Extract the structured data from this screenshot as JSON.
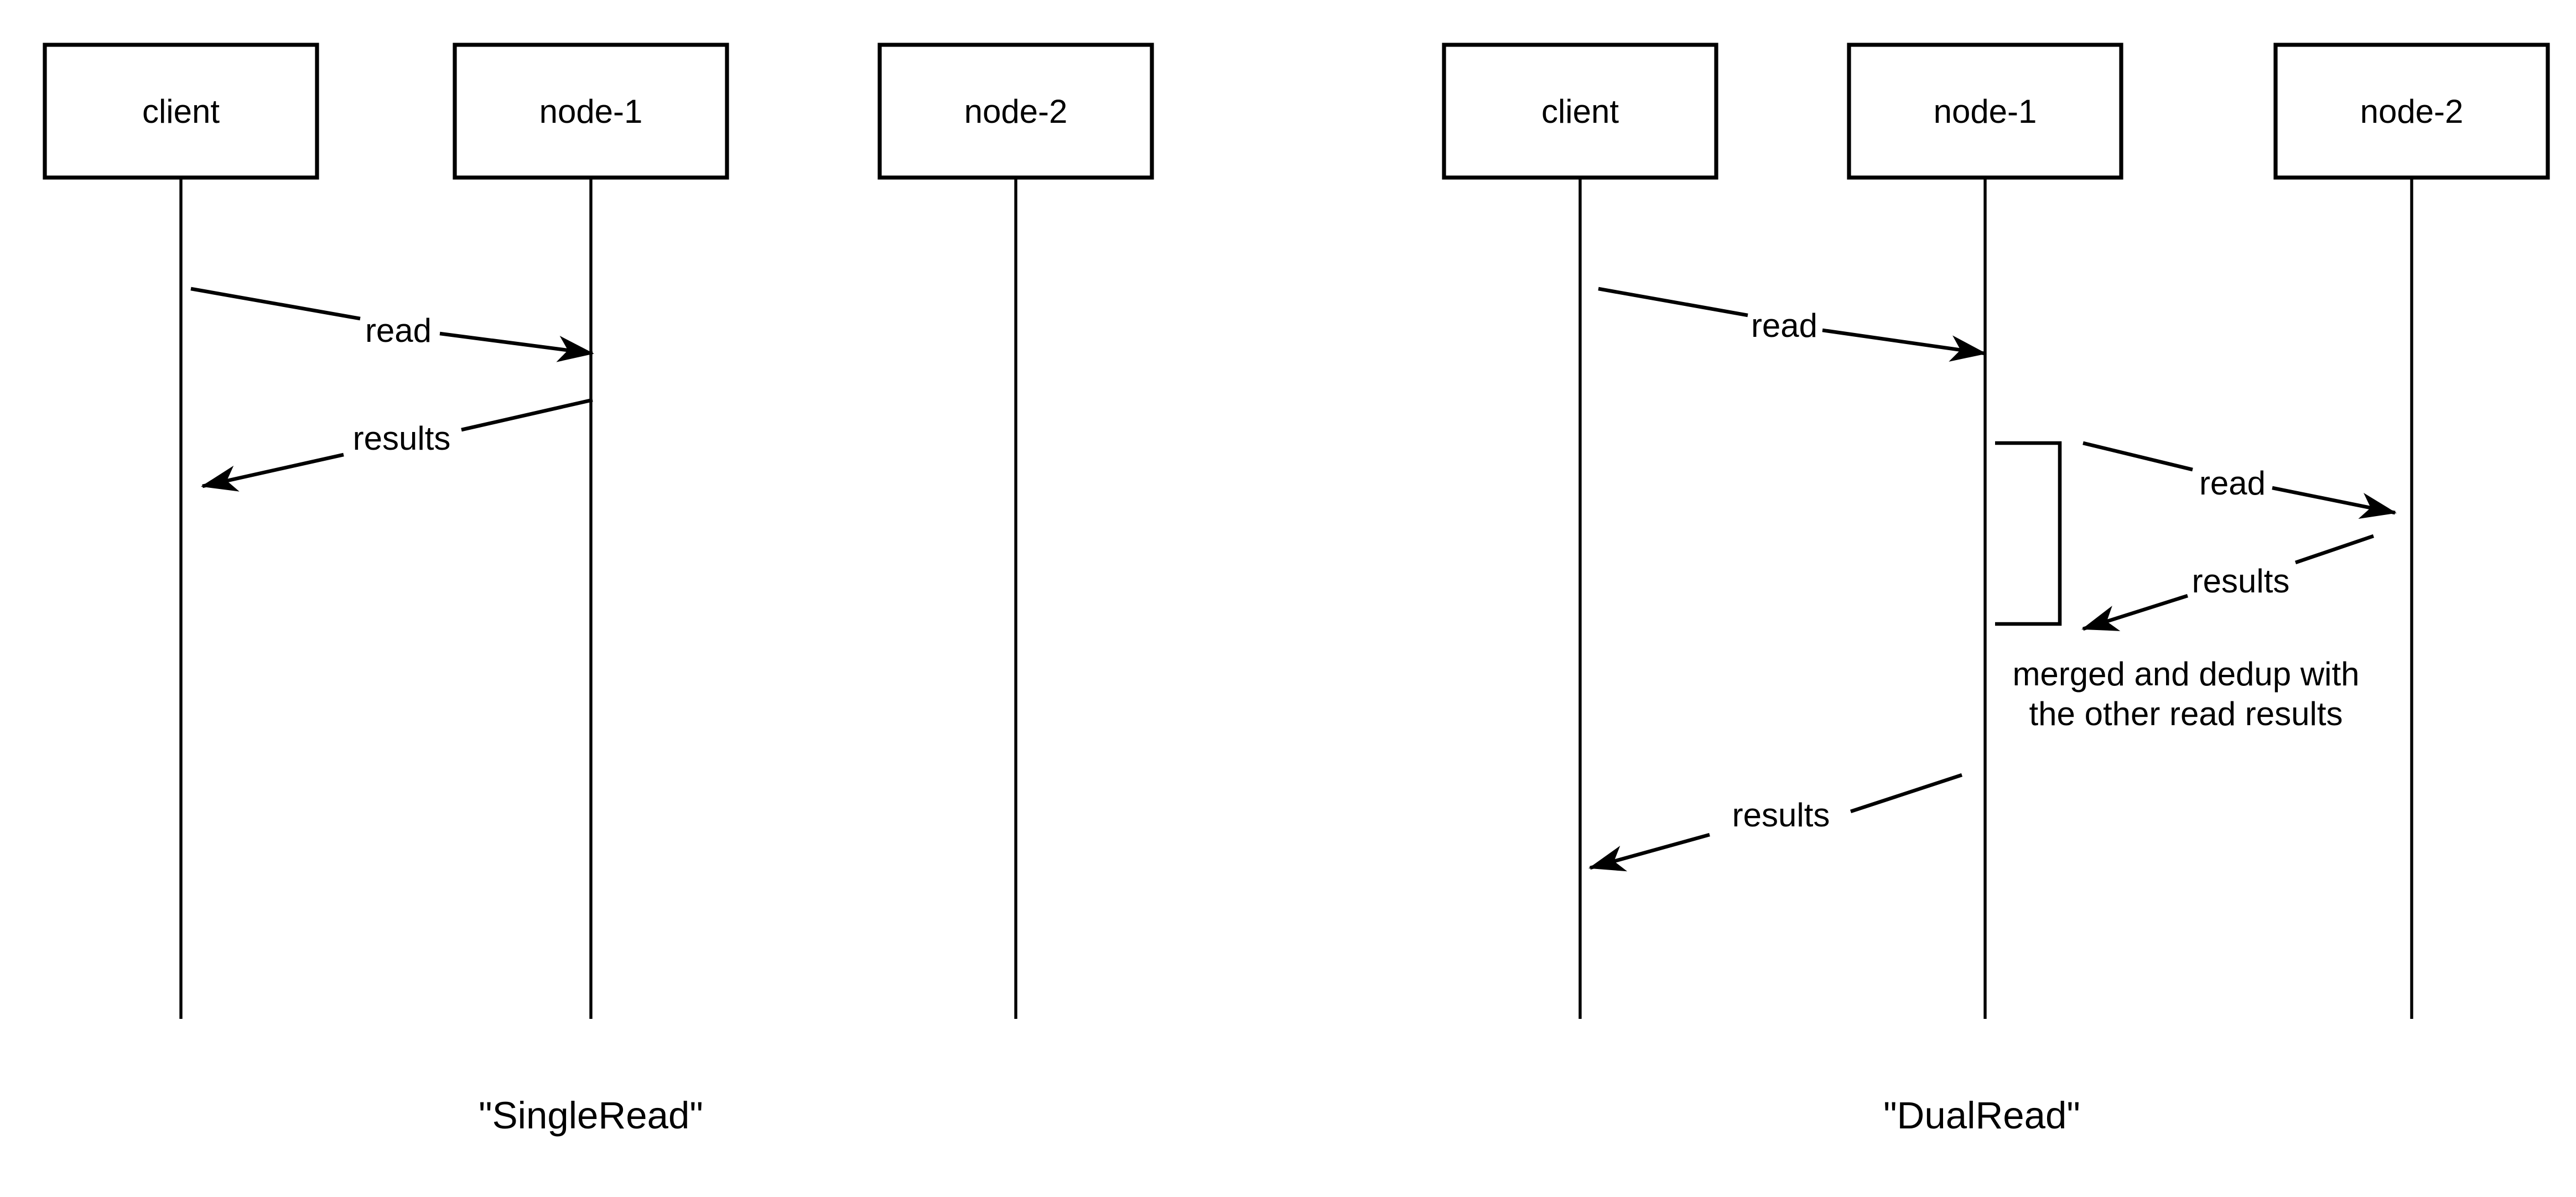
{
  "page": {
    "background": "#ffffff",
    "stroke_color": "#000000",
    "text_color": "#000000"
  },
  "left_diagram": {
    "caption": "\"SingleRead\"",
    "actors": [
      {
        "name": "client"
      },
      {
        "name": "node-1"
      },
      {
        "name": "node-2"
      }
    ],
    "messages": [
      {
        "label": "read",
        "from": "client",
        "to": "node-1"
      },
      {
        "label": "results",
        "from": "node-1",
        "to": "client"
      }
    ]
  },
  "right_diagram": {
    "caption": "\"DualRead\"",
    "actors": [
      {
        "name": "client"
      },
      {
        "name": "node-1"
      },
      {
        "name": "node-2"
      }
    ],
    "messages": [
      {
        "label": "read",
        "from": "client",
        "to": "node-1"
      },
      {
        "label": "read",
        "from": "node-1",
        "to": "node-2"
      },
      {
        "label": "results",
        "from": "node-2",
        "to": "node-1"
      },
      {
        "label": "results",
        "from": "node-1",
        "to": "client"
      }
    ],
    "note": {
      "line1": "merged and dedup with",
      "line2": "the other read results"
    }
  }
}
